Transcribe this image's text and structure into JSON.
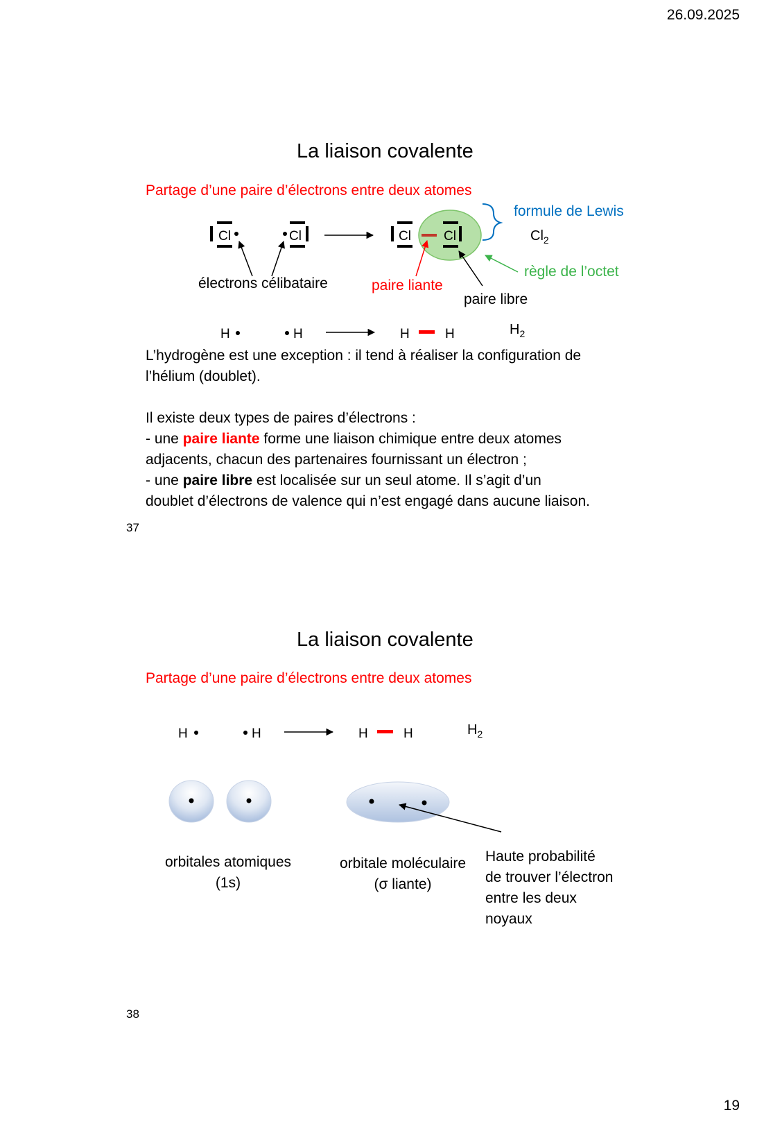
{
  "header": {
    "date": "26.09.2025"
  },
  "footer": {
    "page_number": "19"
  },
  "slide37": {
    "title": "La liaison covalente",
    "subtitle": "Partage d’une paire d’électrons entre deux atomes",
    "cl_symbol": "Cl",
    "cl2_formula": "Cl",
    "cl2_sub": "2",
    "labels": {
      "lewis": "formule de Lewis",
      "octet": "règle de l’octet",
      "unpaired": "électrons célibataire",
      "bonding_pair": "paire liante",
      "lone_pair": "paire libre"
    },
    "h_row": {
      "h": "H",
      "h2": "H",
      "h2_sub": "2"
    },
    "paragraph1": [
      "L’hydrogène est une exception : il tend à réaliser la configuration de",
      "l’hélium (doublet)."
    ],
    "intro": "Il existe deux types de paires d’électrons :",
    "item1_pre": "- une ",
    "item1_bold": "paire liante",
    "item1_post": " forme une liaison chimique entre deux atomes",
    "item1_line2": "adjacents, chacun des partenaires fournissant un électron ;",
    "item2_pre": "- une ",
    "item2_bold": "paire libre",
    "item2_post": " est localisée sur un seul atome. Il s’agit d’un",
    "item2_line2": "doublet d’électrons de valence qui n’est engagé dans aucune liaison.",
    "number": "37"
  },
  "slide38": {
    "title": "La liaison covalente",
    "subtitle": "Partage d’une paire d’électrons entre deux atomes",
    "h_row": {
      "h": "H",
      "h2": "H",
      "h2_sub": "2"
    },
    "orbitals_atomic": [
      "orbitales atomiques",
      "(1s)"
    ],
    "orbital_molecular": [
      "orbitale moléculaire",
      "(σ liante)"
    ],
    "probability": [
      "Haute probabilité",
      "de trouver l’électron",
      "entre les deux",
      "noyaux"
    ],
    "number": "38"
  }
}
